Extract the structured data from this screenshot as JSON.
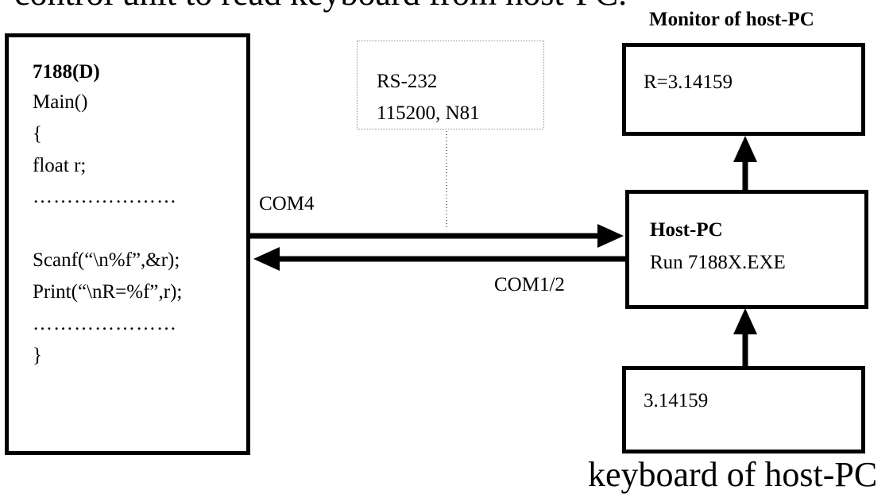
{
  "top_text": "control unit to read keyboard from host-PC.",
  "monitor_title": "Monitor of host-PC",
  "device_box": {
    "title": "7188(D)",
    "lines": [
      "Main()",
      "{",
      "float r;",
      "…………………",
      "Scanf(“\\n%f”,&r);",
      "Print(“\\nR=%f”,r);",
      "…………………",
      "}"
    ]
  },
  "rs232_box": {
    "line1": "RS-232",
    "line2": "115200, N81"
  },
  "com4_label": "COM4",
  "com12_label": "COM1/2",
  "monitor_box": {
    "text": "R=3.14159"
  },
  "host_box": {
    "title": "Host-PC",
    "subtitle": "Run 7188X.EXE"
  },
  "keyboard_box": {
    "text": "3.14159"
  },
  "keyboard_caption": "keyboard of host-PC"
}
